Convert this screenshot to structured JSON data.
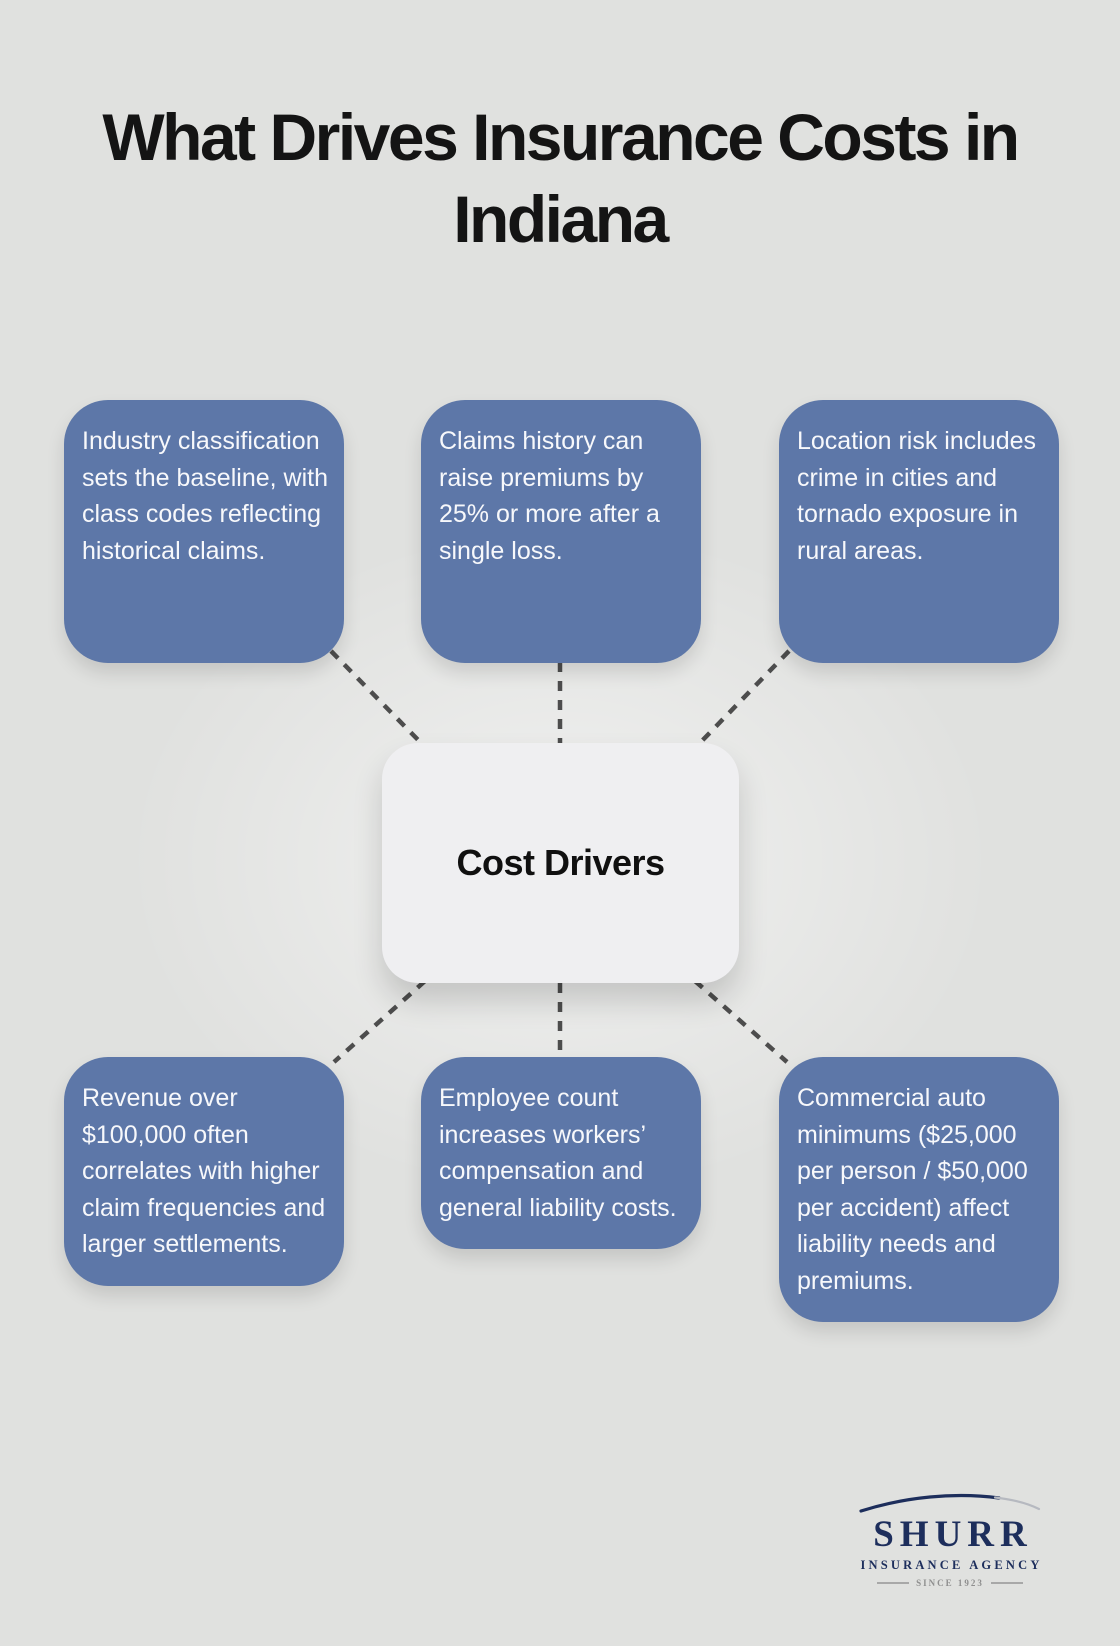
{
  "title": "What Drives Insurance Costs in Indiana",
  "center_node": {
    "label": "Cost Drivers"
  },
  "nodes": [
    {
      "id": "industry-classification",
      "text": "Industry classification sets the baseline, with class codes reflecting historical claims."
    },
    {
      "id": "claims-history",
      "text": "Claims history can raise premiums by 25% or more after a single loss."
    },
    {
      "id": "location-risk",
      "text": "Location risk includes crime in cities and tornado exposure in rural areas."
    },
    {
      "id": "revenue",
      "text": "Revenue over $100,000 often correlates with higher claim frequencies and larger settlements."
    },
    {
      "id": "employee-count",
      "text": "Employee count increases workers’ compensation and general liability costs."
    },
    {
      "id": "commercial-auto",
      "text": "Commercial auto minimums ($25,000 per person / $50,000 per accident) affect liability needs and premiums."
    }
  ],
  "logo": {
    "name": "SHURR",
    "subtitle": "INSURANCE AGENCY",
    "tagline": "SINCE 1923"
  },
  "colors": {
    "background": "#e0e1df",
    "node_fill": "#5d77a8",
    "node_text": "#f7f8fb",
    "center_fill": "#efeff1",
    "center_text": "#101010",
    "connector": "#4d4d4d",
    "logo_navy": "#1d2e5c",
    "tagline_gray": "#8f8f8f"
  }
}
